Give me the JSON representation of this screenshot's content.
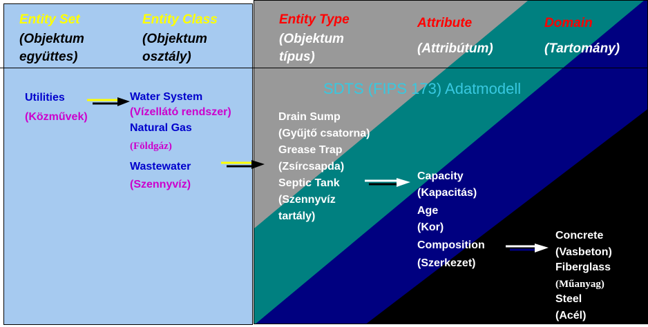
{
  "headers": {
    "entity_set": {
      "title": "Entity Set",
      "sub1": "(Objektum",
      "sub2": "együttes)"
    },
    "entity_class": {
      "title": "Entity Class",
      "sub1": "(Objektum",
      "sub2": "osztály)"
    },
    "entity_type": {
      "title": "Entity Type",
      "sub1": "(Objektum",
      "sub2": "típus)"
    },
    "attribute": {
      "title": "Attribute",
      "sub": "(Attribútum)"
    },
    "domain": {
      "title": "Domain",
      "sub": "(Tartomány)"
    }
  },
  "diagram_title": "SDTS (FIPS 173) Adatmodell",
  "entity_set": {
    "name": "Utilities",
    "translation": "(Közművek)"
  },
  "entity_classes": [
    {
      "name": "Water System",
      "translation": "(Vízellátó rendszer)"
    },
    {
      "name": "Natural Gas",
      "translation": "(Földgáz)"
    },
    {
      "name": "Wastewater",
      "translation": "(Szennyvíz)"
    }
  ],
  "entity_types": [
    {
      "name": "Drain Sump",
      "translation": "(Gyűjtő csatorna)"
    },
    {
      "name": "Grease Trap",
      "translation": "(Zsírcsapda)"
    },
    {
      "name": "Septic Tank",
      "translation": "(Szennyvíz",
      "translation2": "tartály)"
    }
  ],
  "attributes": [
    {
      "name": "Capacity",
      "translation": "(Kapacitás)"
    },
    {
      "name": "Age",
      "translation": "(Kor)"
    },
    {
      "name": "Composition",
      "translation": "(Szerkezet)"
    }
  ],
  "domains": [
    {
      "name": "Concrete",
      "translation": "(Vasbeton)"
    },
    {
      "name": "Fiberglass",
      "translation": "(Műanyag)"
    },
    {
      "name": "Steel",
      "translation": "(Acél)"
    }
  ],
  "colors": {
    "left_panel": "#a6caf0",
    "band_gray": "#999999",
    "band_teal": "#008080",
    "band_navy": "#000080",
    "band_black": "#000000",
    "header_yellow": "#ffff00",
    "header_red": "#ff0000",
    "text_blue": "#0000cc",
    "text_magenta": "#cc00cc",
    "title_cyan": "#38c8e0"
  }
}
